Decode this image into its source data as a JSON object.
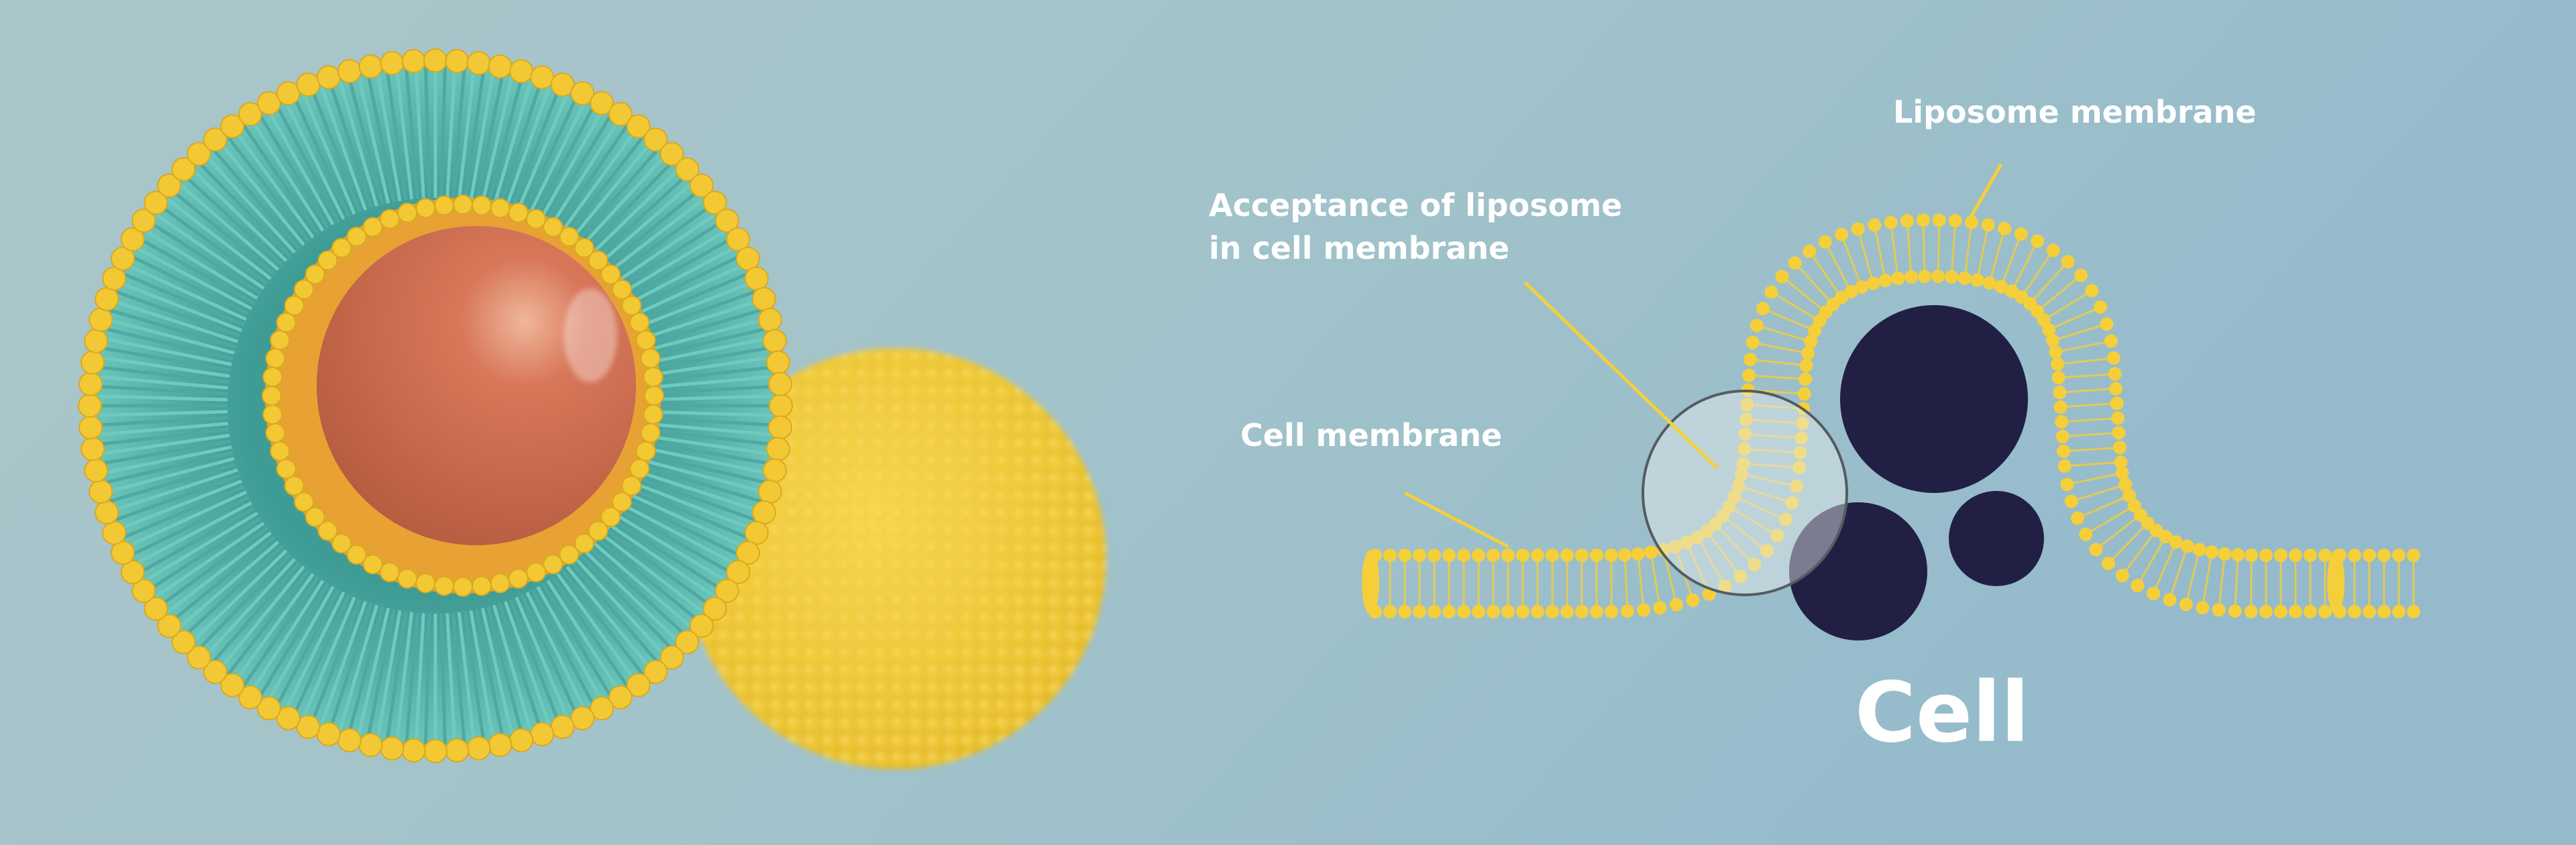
{
  "labels": {
    "liposome_membrane": "Liposome membrane",
    "acceptance_line1": "Acceptance of liposome",
    "acceptance_line2": "in cell membrane",
    "cell_membrane": "Cell membrane",
    "cell": "Cell"
  },
  "colors": {
    "background_left": "#aac6c9",
    "background_right": "#97bccb",
    "lipid_yellow": "#f5cf3a",
    "lipid_tail_teal": "#5fbfb4",
    "core_orange": "#c9674a",
    "organelle_navy": "#221f44"
  }
}
